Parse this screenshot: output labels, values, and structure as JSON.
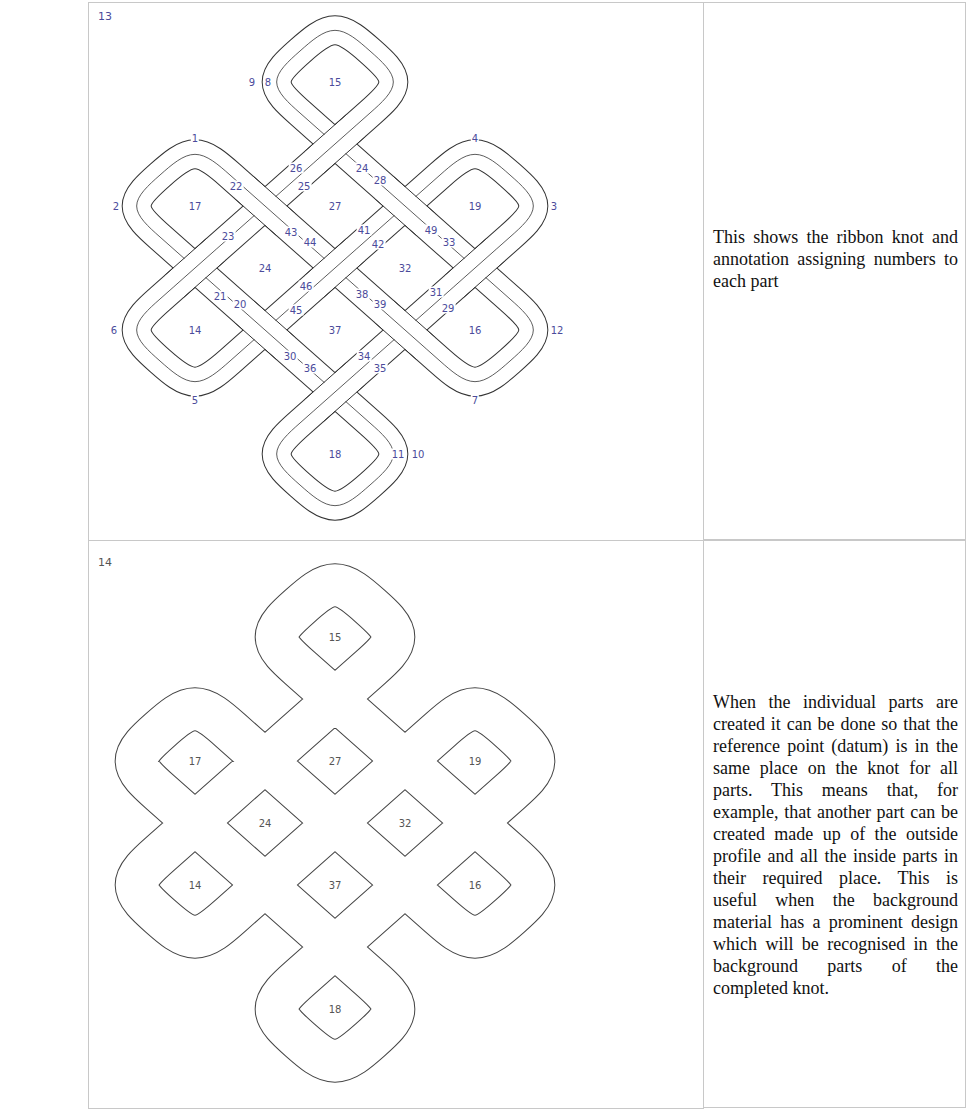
{
  "diagram": {
    "nodes": [
      {
        "text": [
          "This shows the ribbon knot and annotation assigning numbers to each part"
        ]
      },
      {
        "text": [
          "When the individual parts are created it can be done so that the reference point (datum) is in the same place on the knot for all parts. This means that, for example, that another part can be created made up of the outside profile and all the inside parts in their required place. This is useful when the background material has a prominent design which will be recognised in the background parts of the completed knot."
        ]
      }
    ],
    "labels": [
      "13",
      "9",
      "8",
      "15",
      "26",
      "25",
      "24",
      "28",
      "1",
      "4",
      "2",
      "17",
      "27",
      "19",
      "3",
      "22",
      "23",
      "43",
      "44",
      "41",
      "42",
      "49",
      "33",
      "24",
      "32",
      "21",
      "20",
      "46",
      "45",
      "38",
      "39",
      "31",
      "29",
      "6",
      "14",
      "37",
      "16",
      "12",
      "5",
      "7",
      "30",
      "36",
      "34",
      "35",
      "18",
      "11",
      "10",
      "14",
      "15",
      "17",
      "27",
      "19",
      "24",
      "32",
      "14",
      "37",
      "16",
      "18"
    ]
  }
}
